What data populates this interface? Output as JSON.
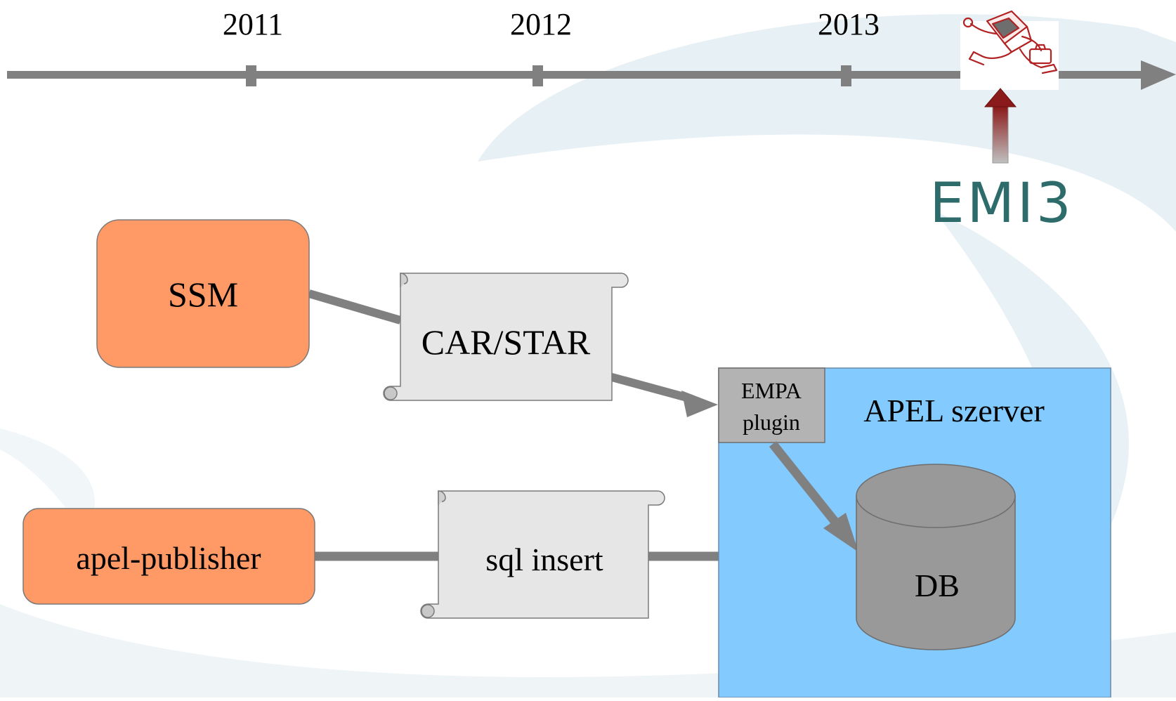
{
  "timeline": {
    "years": [
      "2011",
      "2012",
      "2013"
    ],
    "milestone_label": "EMI3"
  },
  "nodes": {
    "ssm": "SSM",
    "apel_publisher": "apel-publisher",
    "car_star": "CAR/STAR",
    "sql_insert": "sql insert",
    "server_title": "APEL szerver",
    "empa_line1": "EMPA",
    "empa_line2": "plugin",
    "db": "DB"
  },
  "colors": {
    "timeline_gray": "#808080",
    "orange_box": "#ff9966",
    "scroll_fill": "#e6e6e6",
    "server_blue": "#83caff",
    "plugin_gray": "#b3b3b3",
    "db_gray": "#999999",
    "emi3_teal": "#2e6b6b",
    "milestone_arrow": "#8b1a1a",
    "background_swoosh": "#e3eef3"
  },
  "icons": {
    "milestone": "running-computer-icon"
  }
}
